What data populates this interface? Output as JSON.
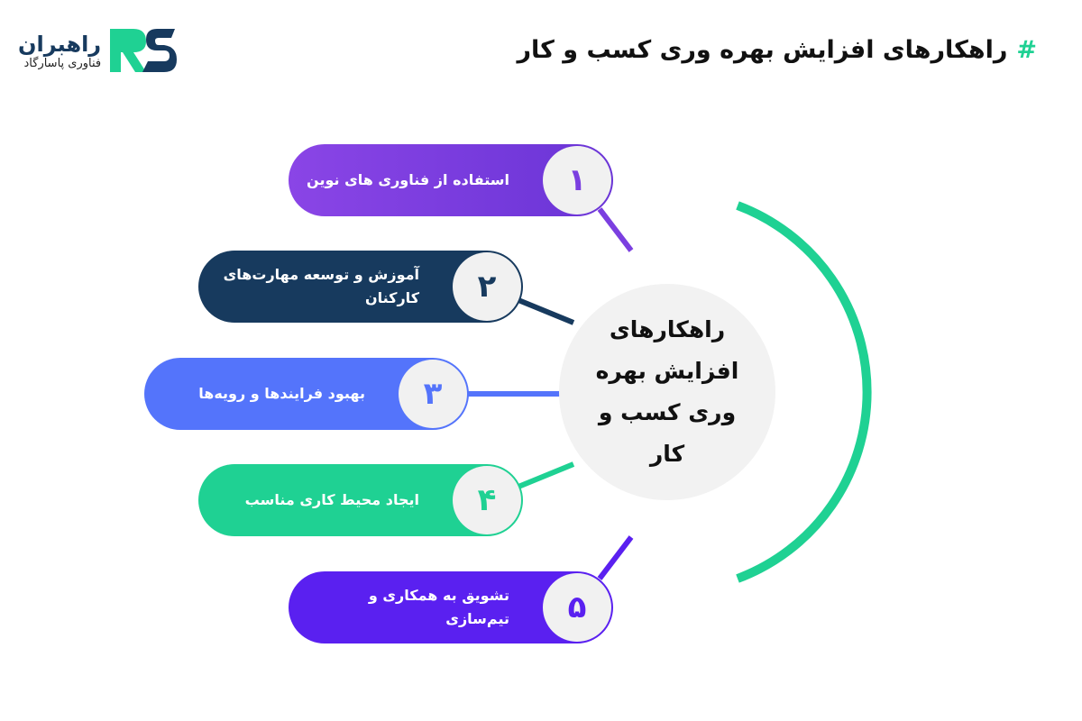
{
  "logo": {
    "name": "راهبران",
    "subtitle": "فناوری پاسارگاد",
    "mark": "RS"
  },
  "title": {
    "hash": "#",
    "text": "راهکارهای افزایش بهره وری کسب و کار"
  },
  "center": {
    "text": "راهکارهای افزایش بهره وری کسب و کار"
  },
  "colors": {
    "accent": "#1fd193",
    "purple": "#7b3fe0",
    "navy": "#173a5e",
    "blue": "#5474fb",
    "green": "#1fd193",
    "violet": "#5a20f0",
    "center_bg": "#f2f2f2"
  },
  "items": [
    {
      "number": "۱",
      "label": "استفاده از فناوری های نوین"
    },
    {
      "number": "۲",
      "label": "آموزش و توسعه مهارت‌های کارکنان"
    },
    {
      "number": "۳",
      "label": "بهبود فرایندها و رویه‌ها"
    },
    {
      "number": "۴",
      "label": "ایجاد محیط کاری مناسب"
    },
    {
      "number": "۵",
      "label": "تشویق به همکاری و تیم‌سازی"
    }
  ]
}
